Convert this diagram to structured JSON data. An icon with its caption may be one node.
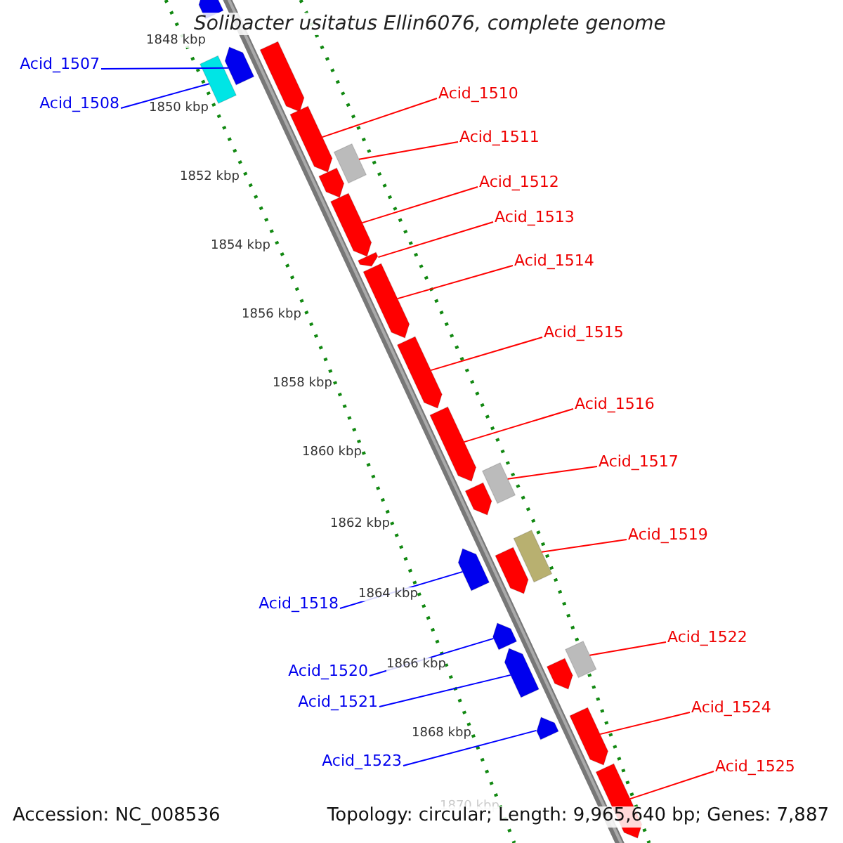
{
  "diagram": {
    "title": "Solibacter usitatus Ellin6076, complete genome",
    "nodes": [
      {
        "text": [
          "Acid_1507"
        ]
      },
      {
        "text": [
          "Acid_1508"
        ]
      },
      {
        "text": [
          "Acid_1510"
        ]
      },
      {
        "text": [
          "Acid_1511"
        ]
      },
      {
        "text": [
          "Acid_1512"
        ]
      },
      {
        "text": [
          "Acid_1513"
        ]
      },
      {
        "text": [
          "Acid_1514"
        ]
      },
      {
        "text": [
          "Acid_1515"
        ]
      },
      {
        "text": [
          "Acid_1516"
        ]
      },
      {
        "text": [
          "Acid_1517"
        ]
      },
      {
        "text": [
          "Acid_1518"
        ]
      },
      {
        "text": [
          "Acid_1519"
        ]
      },
      {
        "text": [
          "Acid_1520"
        ]
      },
      {
        "text": [
          "Acid_1521"
        ]
      },
      {
        "text": [
          "Acid_1522"
        ]
      },
      {
        "text": [
          "Acid_1523"
        ]
      },
      {
        "text": [
          "Acid_1524"
        ]
      },
      {
        "text": [
          "Acid_1525"
        ]
      },
      {
        "text": [],
        "shape": "pentagon"
      },
      {
        "text": [],
        "shape": "pentagon"
      },
      {
        "text": [],
        "shape": "box"
      },
      {
        "text": [],
        "shape": "pentagon"
      },
      {
        "text": [],
        "shape": "pentagon"
      },
      {
        "text": [],
        "shape": "box"
      },
      {
        "text": [],
        "shape": "pentagon"
      },
      {
        "text": [],
        "shape": "pentagon"
      },
      {
        "text": [],
        "shape": "pentagon"
      },
      {
        "text": [],
        "shape": "pentagon"
      },
      {
        "text": [],
        "shape": "pentagon"
      },
      {
        "text": [],
        "shape": "pentagon"
      },
      {
        "text": [],
        "shape": "box"
      },
      {
        "text": [],
        "shape": "pentagon"
      },
      {
        "text": [],
        "shape": "pentagon"
      },
      {
        "text": [],
        "shape": "box"
      },
      {
        "text": [],
        "shape": "pentagon"
      },
      {
        "text": [],
        "shape": "pentagon"
      },
      {
        "text": [],
        "shape": "pentagon"
      },
      {
        "text": [],
        "shape": "box"
      },
      {
        "text": [],
        "shape": "pentagon"
      },
      {
        "text": [],
        "shape": "pentagon"
      },
      {
        "text": [],
        "shape": "pentagon"
      },
      {
        "text": [],
        "shape": "pentagon"
      }
    ],
    "edges": [
      {
        "from": 0,
        "to": 19,
        "arrow": "none",
        "color": "#0000ff"
      },
      {
        "from": 1,
        "to": 20,
        "arrow": "none",
        "color": "#0000ff"
      },
      {
        "from": 2,
        "to": 22,
        "arrow": "none"
      },
      {
        "from": 3,
        "to": 23,
        "arrow": "none"
      },
      {
        "from": 4,
        "to": 25,
        "arrow": "none"
      },
      {
        "from": 5,
        "to": 26,
        "arrow": "none"
      },
      {
        "from": 6,
        "to": 27,
        "arrow": "none"
      },
      {
        "from": 7,
        "to": 28,
        "arrow": "none"
      },
      {
        "from": 8,
        "to": 29,
        "arrow": "none"
      },
      {
        "from": 9,
        "to": 30,
        "arrow": "none"
      },
      {
        "from": 10,
        "to": 32,
        "arrow": "none",
        "color": "#0000ff"
      },
      {
        "from": 11,
        "to": 33,
        "arrow": "none"
      },
      {
        "from": 12,
        "to": 35,
        "arrow": "none",
        "color": "#0000ff"
      },
      {
        "from": 13,
        "to": 36,
        "arrow": "none",
        "color": "#0000ff"
      },
      {
        "from": 14,
        "to": 37,
        "arrow": "none"
      },
      {
        "from": 15,
        "to": 39,
        "arrow": "none",
        "color": "#0000ff"
      },
      {
        "from": 16,
        "to": 40,
        "arrow": "none"
      },
      {
        "from": 17,
        "to": 41,
        "arrow": "none"
      }
    ],
    "labels": [
      "1848 kbp",
      "1850 kbp",
      "1852 kbp",
      "1854 kbp",
      "1856 kbp",
      "1858 kbp",
      "1860 kbp",
      "1862 kbp",
      "1864 kbp",
      "1866 kbp",
      "1868 kbp",
      "1870 kbp",
      "Accession: NC_008536",
      "Topology: circular; Length: 9,965,640 bp; Genes: 7,887"
    ]
  }
}
